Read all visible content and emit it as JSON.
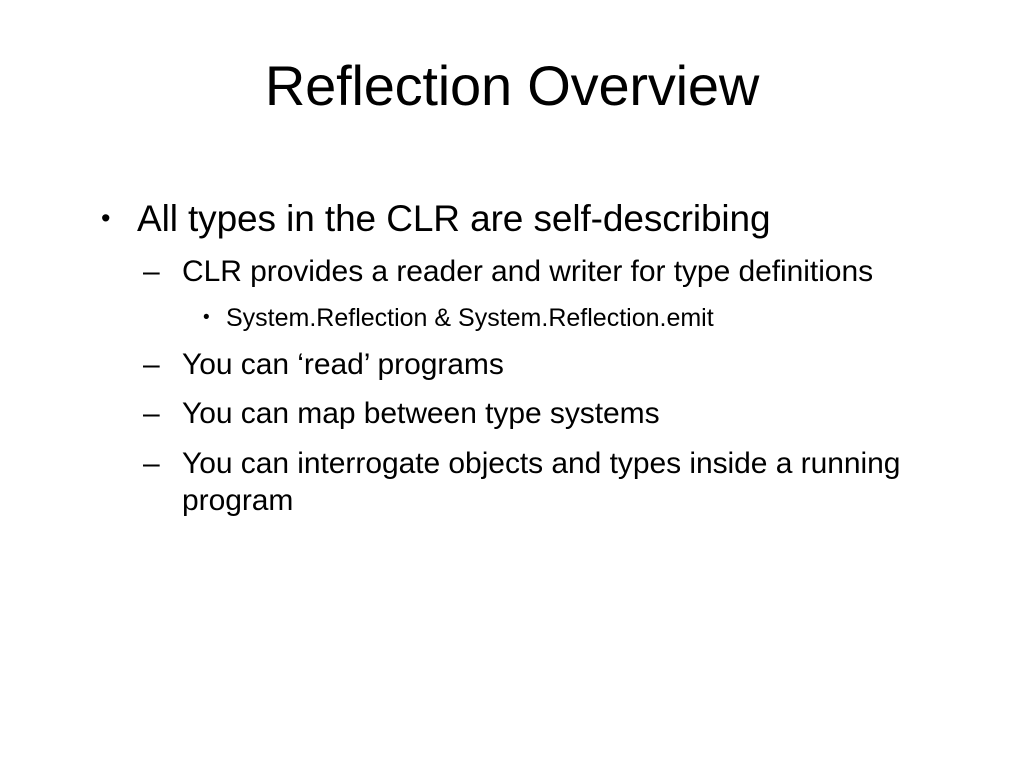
{
  "slide": {
    "title": "Reflection Overview",
    "background_color": "#ffffff",
    "text_color": "#000000",
    "outline": {
      "level1_marker": "•",
      "level2_marker": "–",
      "level3_marker": "•",
      "items": [
        {
          "level": 1,
          "text": "All types in the CLR are self-describing"
        },
        {
          "level": 2,
          "text": "CLR provides a reader and writer for type definitions"
        },
        {
          "level": 3,
          "text": "System.Reflection & System.Reflection.emit"
        },
        {
          "level": 2,
          "text": "You can ‘read’ programs"
        },
        {
          "level": 2,
          "text": "You can map between type systems"
        },
        {
          "level": 2,
          "text": "You can interrogate objects and types inside a running program"
        }
      ]
    }
  }
}
